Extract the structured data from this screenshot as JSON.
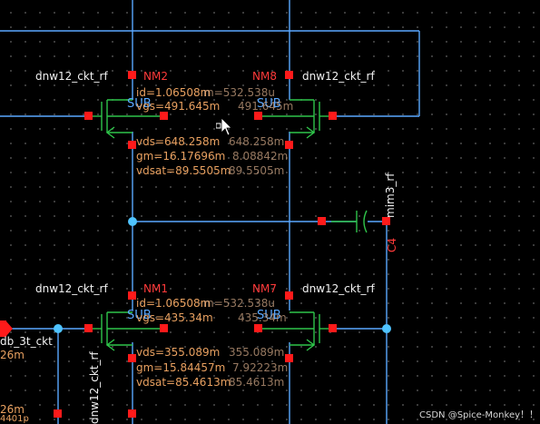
{
  "cell_labels": {
    "dnw_nm2": "dnw12_ckt_rf",
    "dnw_nm8": "dnw12_ckt_rf",
    "dnw_nm1": "dnw12_ckt_rf",
    "dnw_nm7": "dnw12_ckt_rf",
    "dnw_vertical": "dnw12_ckt_rf",
    "mim": "mim3_rf",
    "db": "db_3t_ckt"
  },
  "instances": {
    "nm2": "NM2",
    "nm8": "NM8",
    "nm1": "NM1",
    "nm7": "NM7",
    "c4": "C4"
  },
  "sub_label": "SUB",
  "annotations": {
    "upper_id": "id=1.06508m",
    "upper_id_overlap": "m=532.538u",
    "upper_vgs": "vgs=491.645m",
    "upper_vgs_overlap": "491.645m",
    "upper_vds": "vds=648.258m",
    "upper_vds_overlap": "648.258m",
    "upper_gm": "gm=16.17696m",
    "upper_gm_overlap": "8.08842m",
    "upper_vdsat": "vdsat=89.5505m",
    "upper_vdsat_overlap": "89.5505m",
    "lower_id": "id=1.06508m",
    "lower_id_overlap": "m=532.538u",
    "lower_vgs": "vgs=435.34m",
    "lower_vgs_overlap": "435.34m",
    "lower_vds": "vds=355.089m",
    "lower_vds_overlap": "355.089m",
    "lower_gm": "gm=15.84457m",
    "lower_gm_overlap": "7.92223m",
    "lower_vdsat": "vdsat=85.4613m",
    "lower_vdsat_overlap": "85.4613m",
    "left_26m_a": "26m",
    "left_26m_b": "26m",
    "left_bottom": "4401p"
  },
  "watermark": "CSDN @Spice-Monkey！！",
  "colors": {
    "wire": "#5aa8ff",
    "device": "#2fc44a",
    "pin": "#ff1a1a",
    "dot": "#4fc3ff",
    "annotation": "#e8a060",
    "instance": "#ff3a3a"
  }
}
